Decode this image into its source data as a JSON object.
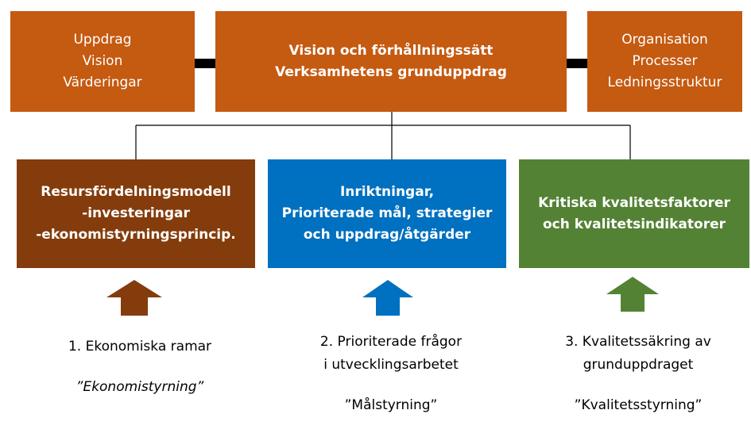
{
  "top_boxes": {
    "mission": [
      "Uppdrag",
      "Vision",
      "Värderingar"
    ],
    "vision": [
      "Vision och förhållningssätt",
      "Verksamhetens grunduppdrag"
    ],
    "organisation": [
      "Organisation",
      "Processer",
      "Ledningsstruktur"
    ]
  },
  "mid_boxes": {
    "resource": [
      "Resursfördelningsmodell",
      "-investeringar",
      "-ekonomistyrningsprincip."
    ],
    "direction": [
      "Inriktningar,",
      "Prioriterade mål, strategier",
      "och uppdrag/åtgärder"
    ],
    "quality": [
      "Kritiska kvalitetsfaktorer",
      "och kvalitetsindikatorer"
    ]
  },
  "captions": {
    "economic": {
      "heading": "1. Ekonomiska ramar",
      "control": "”Ekonomistyrning”"
    },
    "priorities": {
      "heading_line1": "2. Prioriterade frågor",
      "heading_line2": "i utvecklingsarbetet",
      "control": "”Målstyrning”"
    },
    "quality": {
      "heading_line1": "3. Kvalitetssäkring av",
      "heading_line2": "grunduppdraget",
      "control": "”Kvalitetsstyrning”"
    }
  },
  "colors": {
    "top_orange": "#c55a11",
    "resource_brown": "#843c0c",
    "direction_blue": "#0070c0",
    "quality_green": "#548235",
    "arrow_black": "#000000"
  },
  "icons": {
    "top_connectors": "double-headed-arrow-icon",
    "bottom_pointers": "up-arrow-icon"
  }
}
